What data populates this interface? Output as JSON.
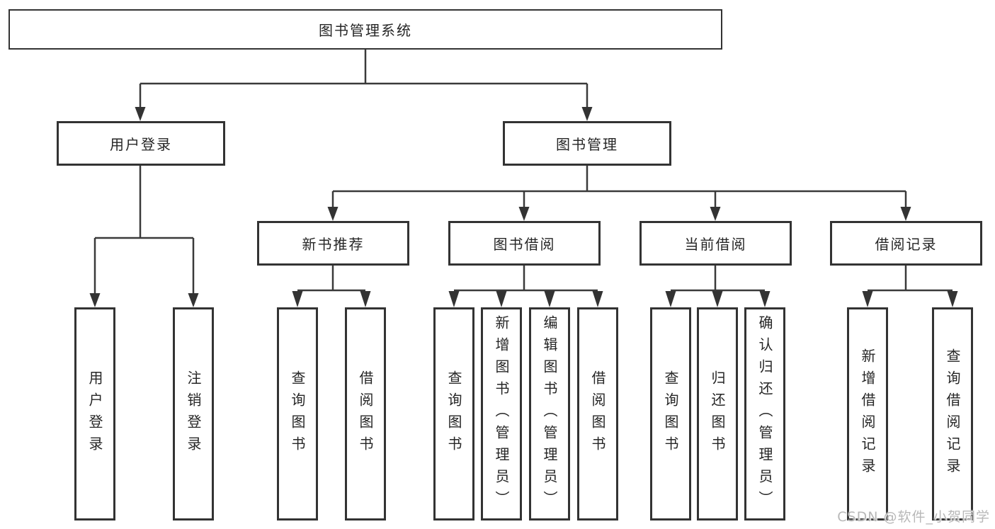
{
  "colors": {
    "background": "#ffffff",
    "box_border": "#333333",
    "line": "#3a3a3a",
    "text": "#262626",
    "watermark": "#b8b8b8"
  },
  "tree": {
    "root": {
      "label": "图书管理系统",
      "children": [
        {
          "label": "用户登录",
          "children": [
            {
              "label": "用户登录"
            },
            {
              "label": "注销登录"
            }
          ]
        },
        {
          "label": "图书管理",
          "children": [
            {
              "label": "新书推荐",
              "children": [
                {
                  "label": "查询图书"
                },
                {
                  "label": "借阅图书"
                }
              ]
            },
            {
              "label": "图书借阅",
              "children": [
                {
                  "label": "查询图书"
                },
                {
                  "label": "新增图书（管理员）"
                },
                {
                  "label": "编辑图书（管理员）"
                },
                {
                  "label": "借阅图书"
                }
              ]
            },
            {
              "label": "当前借阅",
              "children": [
                {
                  "label": "查询图书"
                },
                {
                  "label": "归还图书"
                },
                {
                  "label": "确认归还（管理员）"
                }
              ]
            },
            {
              "label": "借阅记录",
              "children": [
                {
                  "label": "新增借阅记录"
                },
                {
                  "label": "查询借阅记录"
                }
              ]
            }
          ]
        }
      ]
    }
  },
  "watermark": "CSDN @软件_小贺同学"
}
